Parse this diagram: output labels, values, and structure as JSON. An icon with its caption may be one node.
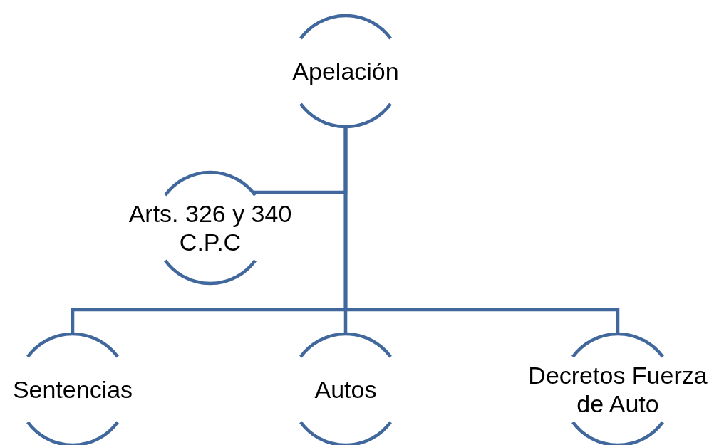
{
  "diagram": {
    "nodes": [
      {
        "text": [
          "Apelación"
        ]
      },
      {
        "text": [
          "Arts. 326 y 340 C.P.C"
        ]
      },
      {
        "text": [
          "Sentencias"
        ]
      },
      {
        "text": [
          "Autos"
        ]
      },
      {
        "text": [
          "Decretos Fuerza de Auto"
        ]
      }
    ],
    "edges": [
      {
        "from": 0,
        "to": 1,
        "arrow": "none"
      },
      {
        "from": 0,
        "to": 2,
        "arrow": "none"
      },
      {
        "from": 0,
        "to": 3,
        "arrow": "none"
      },
      {
        "from": 0,
        "to": 4,
        "arrow": "none"
      }
    ]
  }
}
